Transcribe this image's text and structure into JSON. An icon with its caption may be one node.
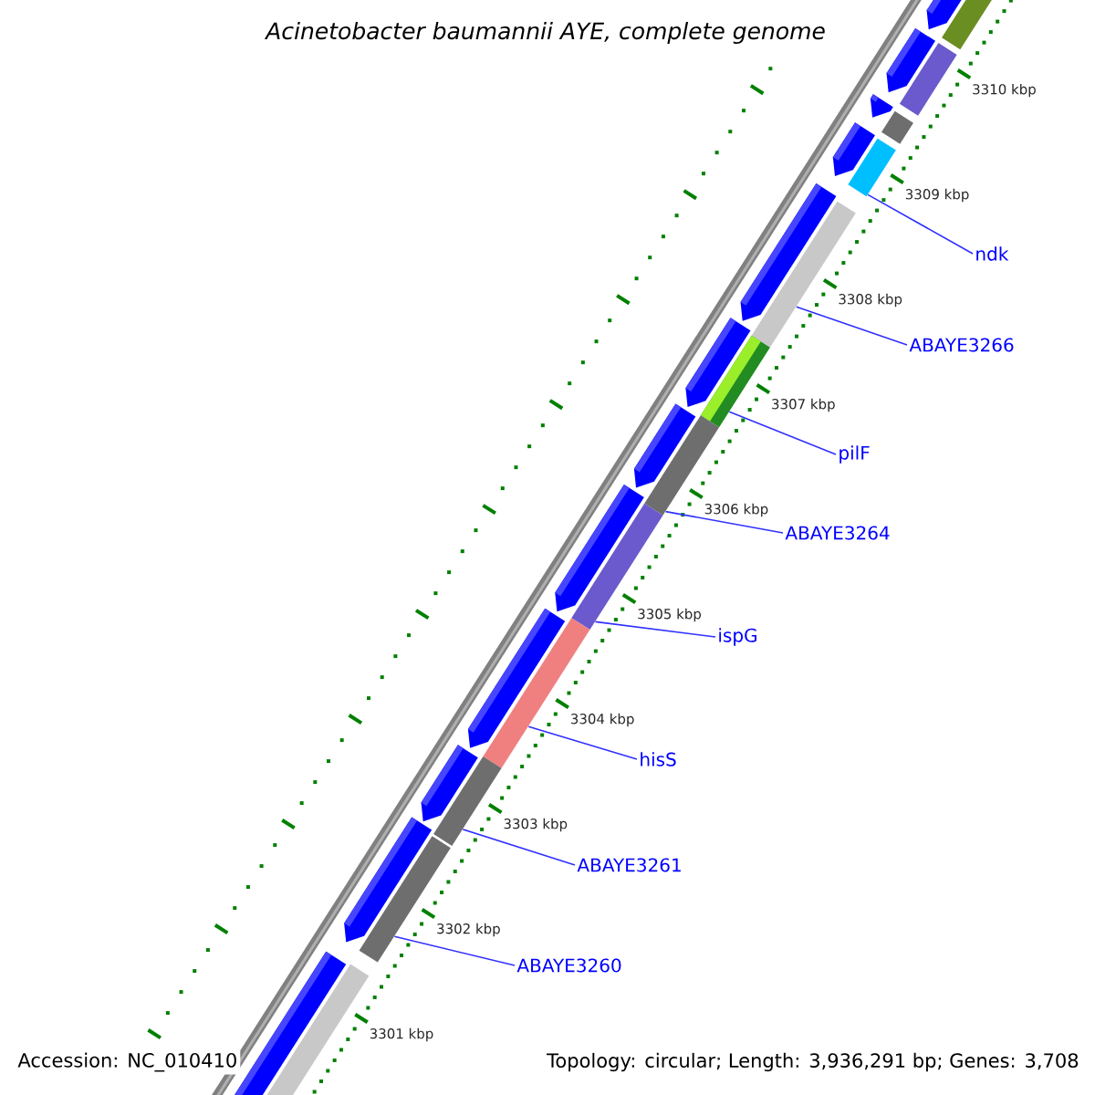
{
  "diagram": {
    "title": "Acinetobacter baumannii AYE, complete genome",
    "nodes": [
      {
        "text": [
          "ndk"
        ]
      },
      {
        "text": [],
        "shape": "bar"
      },
      {
        "text": [
          "ABAYE3266"
        ]
      },
      {
        "text": [],
        "shape": "bar"
      },
      {
        "text": [
          "pilF"
        ]
      },
      {
        "text": [],
        "shape": "bar"
      },
      {
        "text": [
          "ABAYE3264"
        ]
      },
      {
        "text": [],
        "shape": "bar"
      },
      {
        "text": [
          "ispG"
        ]
      },
      {
        "text": [],
        "shape": "bar"
      },
      {
        "text": [
          "hisS"
        ]
      },
      {
        "text": [],
        "shape": "bar"
      },
      {
        "text": [
          "ABAYE3261"
        ]
      },
      {
        "text": [],
        "shape": "bar"
      },
      {
        "text": [
          "ABAYE3260"
        ]
      },
      {
        "text": [],
        "shape": "bar"
      }
    ],
    "edges": [
      {
        "from": 0,
        "to": 1,
        "arrow": "none"
      },
      {
        "from": 2,
        "to": 3,
        "arrow": "none"
      },
      {
        "from": 4,
        "to": 5,
        "arrow": "none"
      },
      {
        "from": 6,
        "to": 7,
        "arrow": "none"
      },
      {
        "from": 8,
        "to": 9,
        "arrow": "none"
      },
      {
        "from": 10,
        "to": 11,
        "arrow": "none"
      },
      {
        "from": 12,
        "to": 13,
        "arrow": "none"
      },
      {
        "from": 14,
        "to": 15,
        "arrow": "none"
      }
    ],
    "labels": [
      "3310 kbp",
      "3309 kbp",
      "3308 kbp",
      "3307 kbp",
      "3306 kbp",
      "3305 kbp",
      "3304 kbp",
      "3303 kbp",
      "3302 kbp",
      "3301 kbp",
      "Accession: NC_010410",
      "Topology: circular; Length: 3,936,291 bp; Genes: 3,708"
    ]
  }
}
